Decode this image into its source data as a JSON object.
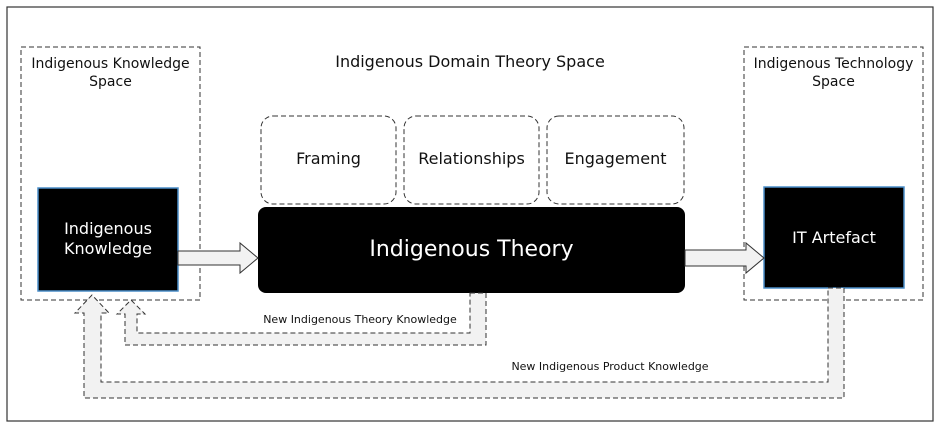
{
  "diagram": {
    "domain_space_title": "Indigenous Domain Theory Space",
    "knowledge_space_title": "Indigenous Knowledge Space",
    "technology_space_title": "Indigenous Technology Space",
    "concepts": [
      "Framing",
      "Relationships",
      "Engagement"
    ],
    "indigenous_knowledge_label": "Indigenous Knowledge",
    "indigenous_theory_label": "Indigenous Theory",
    "it_artefact_label": "IT Artefact",
    "feedback_theory_label": "New Indigenous Theory Knowledge",
    "feedback_product_label": "New Indigenous Product Knowledge"
  },
  "colors": {
    "node_fill": "#000000",
    "node_text": "#ffffff",
    "node_edge": "#4a8ec9",
    "arrow_fill": "#f2f2f2",
    "outline": "#333333"
  }
}
